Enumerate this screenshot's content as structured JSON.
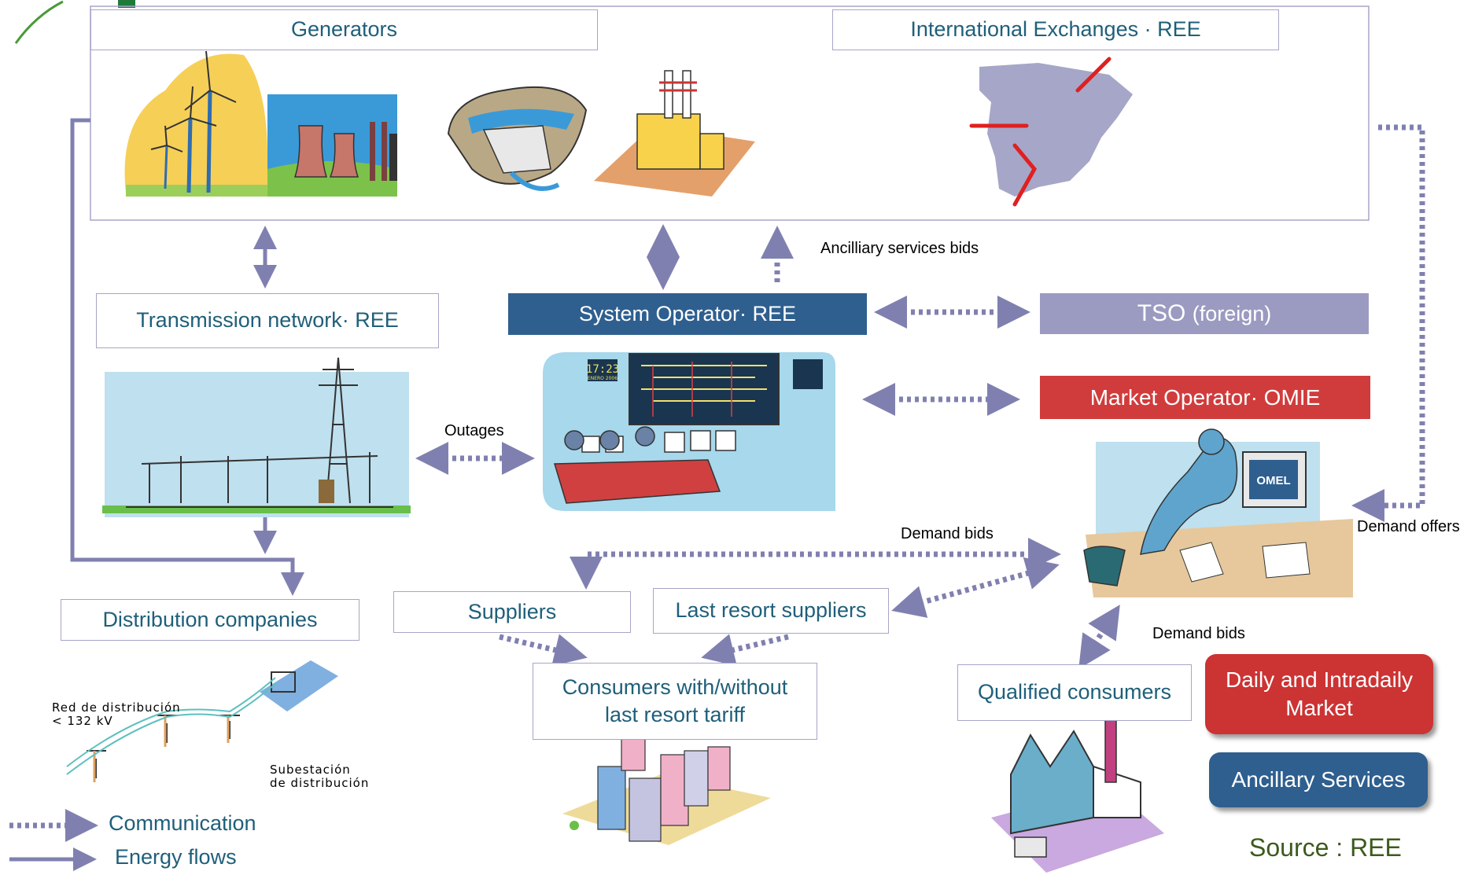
{
  "boxes": {
    "generators": "Generators",
    "international": "International Exchanges · REE",
    "transmission": "Transmission network· REE",
    "system_operator": "System Operator· REE",
    "tso_main": "TSO",
    "tso_suffix": "(foreign)",
    "market_operator": "Market Operator· OMIE",
    "distribution": "Distribution companies",
    "suppliers": "Suppliers",
    "last_resort": "Last resort suppliers",
    "consumers_line1": "Consumers with/without",
    "consumers_line2": "last resort tariff",
    "qualified": "Qualified consumers"
  },
  "labels": {
    "ancillary_bids": "Ancilliary services bids",
    "outages": "Outages",
    "demand_bids_top": "Demand bids",
    "demand_offers": "Demand offers",
    "demand_bids_bottom": "Demand bids"
  },
  "markets": {
    "daily_line1": "Daily and Intradaily",
    "daily_line2": "Market",
    "ancillary": "Ancillary Services"
  },
  "legend": {
    "communication": "Communication",
    "energy": "Energy flows"
  },
  "source": "Source : REE",
  "distribution_sketch": {
    "red_line1": "Red de distribución",
    "red_line2": "< 132 kV",
    "sub_line1": "Subestación",
    "sub_line2": "de distribución"
  },
  "clock": {
    "time": "17:23",
    "date": "ENERO 2006"
  },
  "monitor_brand": "OMEL",
  "colors": {
    "box_text": "#1f5f7a",
    "box_border": "#a6a6c8",
    "arrow": "#8080b0",
    "system_operator": "#2e5f8f",
    "tso": "#9b9bc1",
    "market_operator": "#d03c3c",
    "daily_market": "#cc3333",
    "ancillary": "#2e5f8f",
    "source_text": "#3d5a1e"
  }
}
